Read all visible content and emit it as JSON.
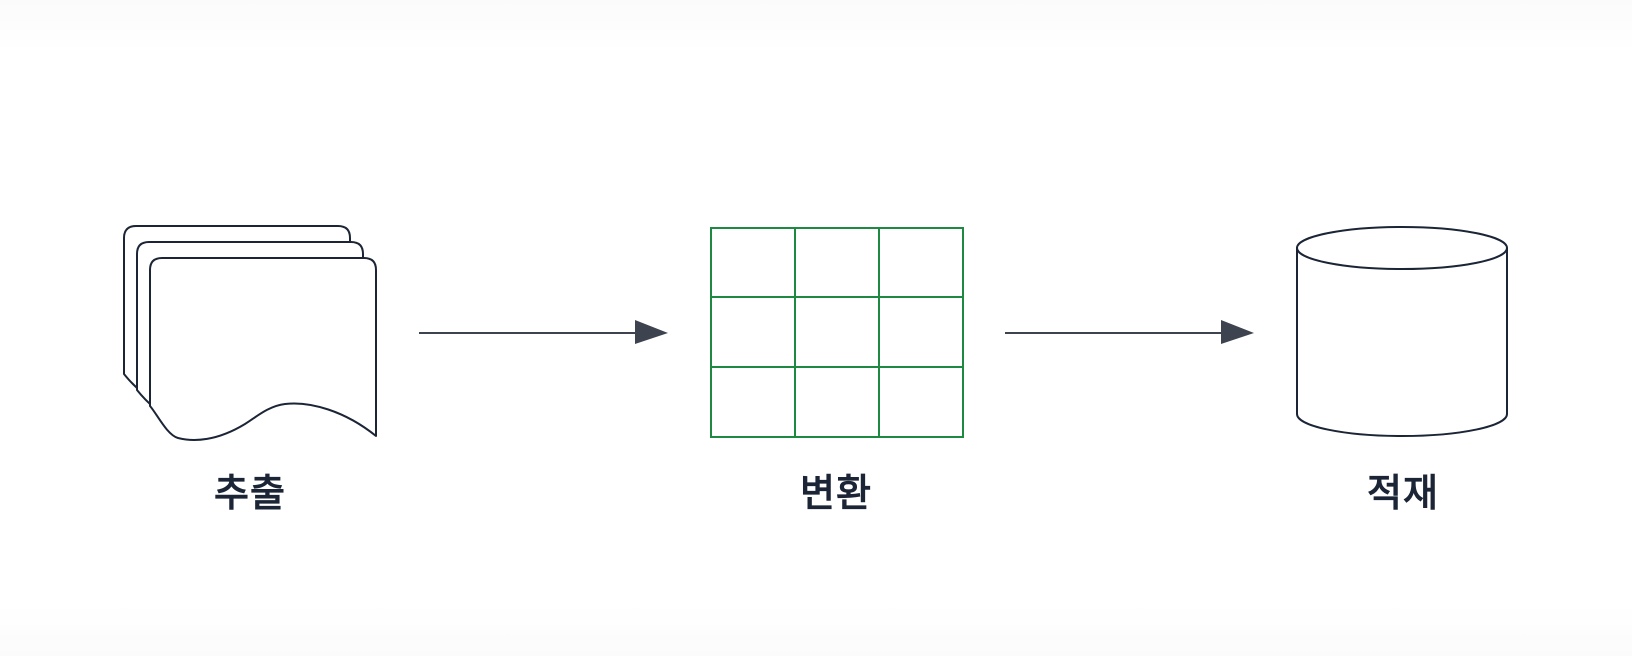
{
  "colors": {
    "stroke": "#1b2536",
    "arrow": "#3d4450",
    "grid": "#1e8a41",
    "text": "#1b2536"
  },
  "stages": [
    {
      "id": "extract",
      "label": "추출",
      "icon": "stacked-documents-icon"
    },
    {
      "id": "transform",
      "label": "변환",
      "icon": "table-grid-icon"
    },
    {
      "id": "load",
      "label": "적재",
      "icon": "database-cylinder-icon"
    }
  ]
}
